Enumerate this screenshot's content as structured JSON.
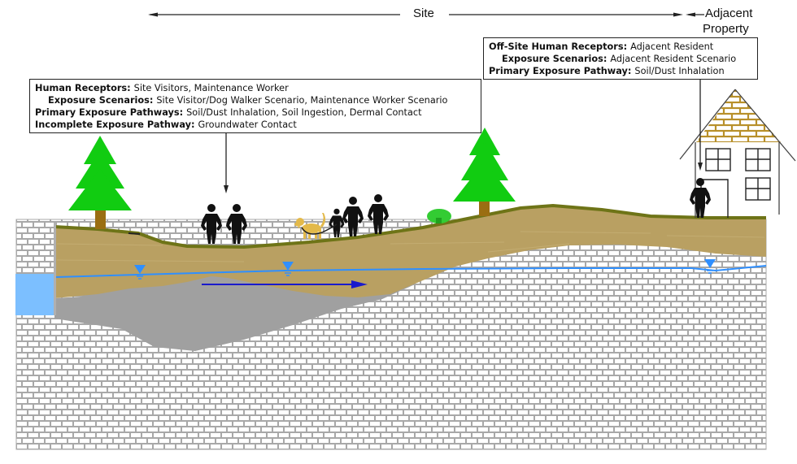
{
  "header": {
    "site_label": "Site",
    "adjacent_label_line1": "Adjacent",
    "adjacent_label_line2": "Property"
  },
  "site_box": {
    "rows": [
      {
        "key": "Human Receptors:",
        "value": "Site Visitors, Maintenance Worker",
        "indent": false
      },
      {
        "key": "Exposure Scenarios:",
        "value": "Site Visitor/Dog Walker Scenario, Maintenance Worker Scenario",
        "indent": true
      },
      {
        "key": "Primary Exposure Pathways:",
        "value": "Soil/Dust Inhalation, Soil Ingestion, Dermal Contact",
        "indent": false
      },
      {
        "key": "Incomplete Exposure Pathway:",
        "value": "Groundwater Contact",
        "indent": false
      }
    ]
  },
  "offsite_box": {
    "rows": [
      {
        "key": "Off-Site Human Receptors:",
        "value": "Adjacent Resident",
        "indent": false
      },
      {
        "key": "Exposure Scenarios:",
        "value": "Adjacent Resident Scenario",
        "indent": true
      },
      {
        "key": "Primary Exposure Pathway:",
        "value": "Soil/Dust Inhalation",
        "indent": false
      }
    ]
  },
  "elements": {
    "trees": 2,
    "bushes": 1,
    "site_people": 5,
    "dogs": 1,
    "adjacent_residents": 1,
    "houses": 1,
    "groundwater_table_markers": 3,
    "groundwater_flow_direction": "right"
  },
  "colors": {
    "soil": "#b9a062",
    "grass": "#6e7417",
    "bedrock_lines": "#a8a8a8",
    "contamination_gray": "#a0a0a0",
    "water_body": "#7cbfff",
    "water_table": "#2f8fff",
    "flow_arrow": "#1a1acc",
    "tree_green": "#11cc11",
    "trunk": "#9a6e12",
    "roof_brick": "#b8902a",
    "dog": "#e3b94a"
  }
}
